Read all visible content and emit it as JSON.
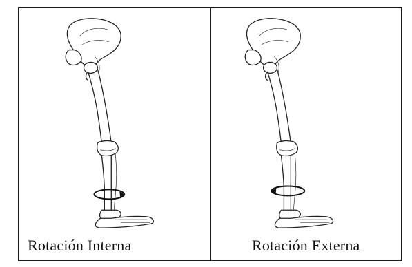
{
  "panels": [
    {
      "caption": "Rotación Interna",
      "rotation": "internal"
    },
    {
      "caption": "Rotación Externa",
      "rotation": "external"
    }
  ],
  "colors": {
    "line": "#1a1a1a",
    "background": "#ffffff"
  },
  "icons": [
    "skeleton-leg-illustration",
    "rotation-arrow-icon"
  ]
}
